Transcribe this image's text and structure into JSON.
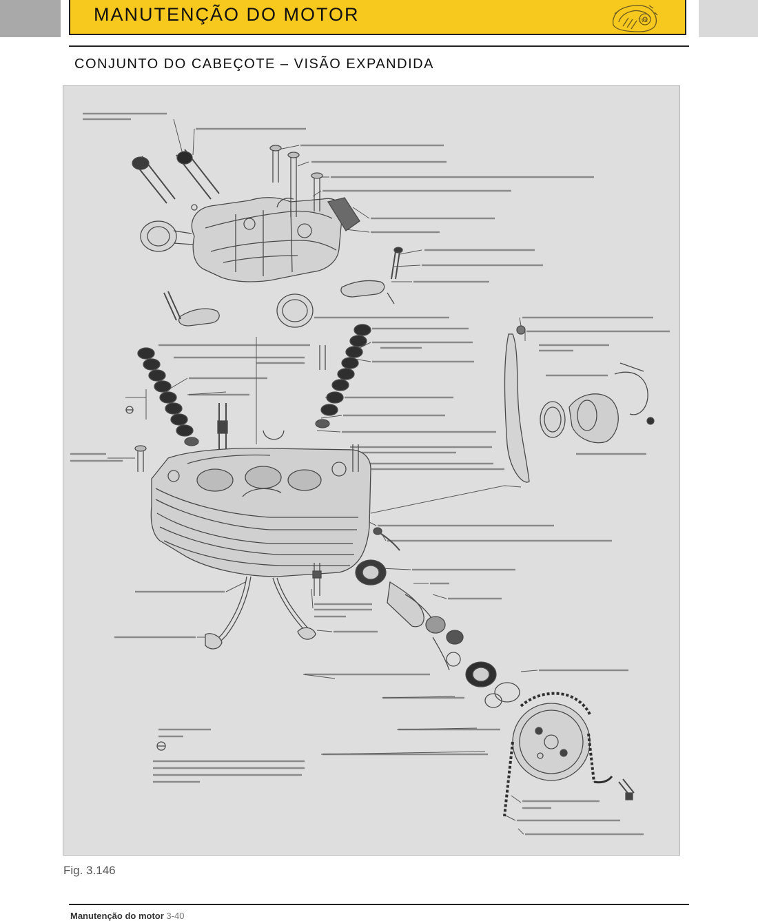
{
  "header": {
    "title": "MANUTENÇÃO DO MOTOR",
    "logo_icon": "engine-logo-icon",
    "band_color": "#f7c81e"
  },
  "section": {
    "title": "CONJUNTO DO CABEÇOTE – VISÃO EXPANDIDA"
  },
  "figure": {
    "caption": "Fig. 3.146",
    "background": "#dedede"
  },
  "footer": {
    "text": "Manutenção do motor",
    "page": "3-40"
  }
}
